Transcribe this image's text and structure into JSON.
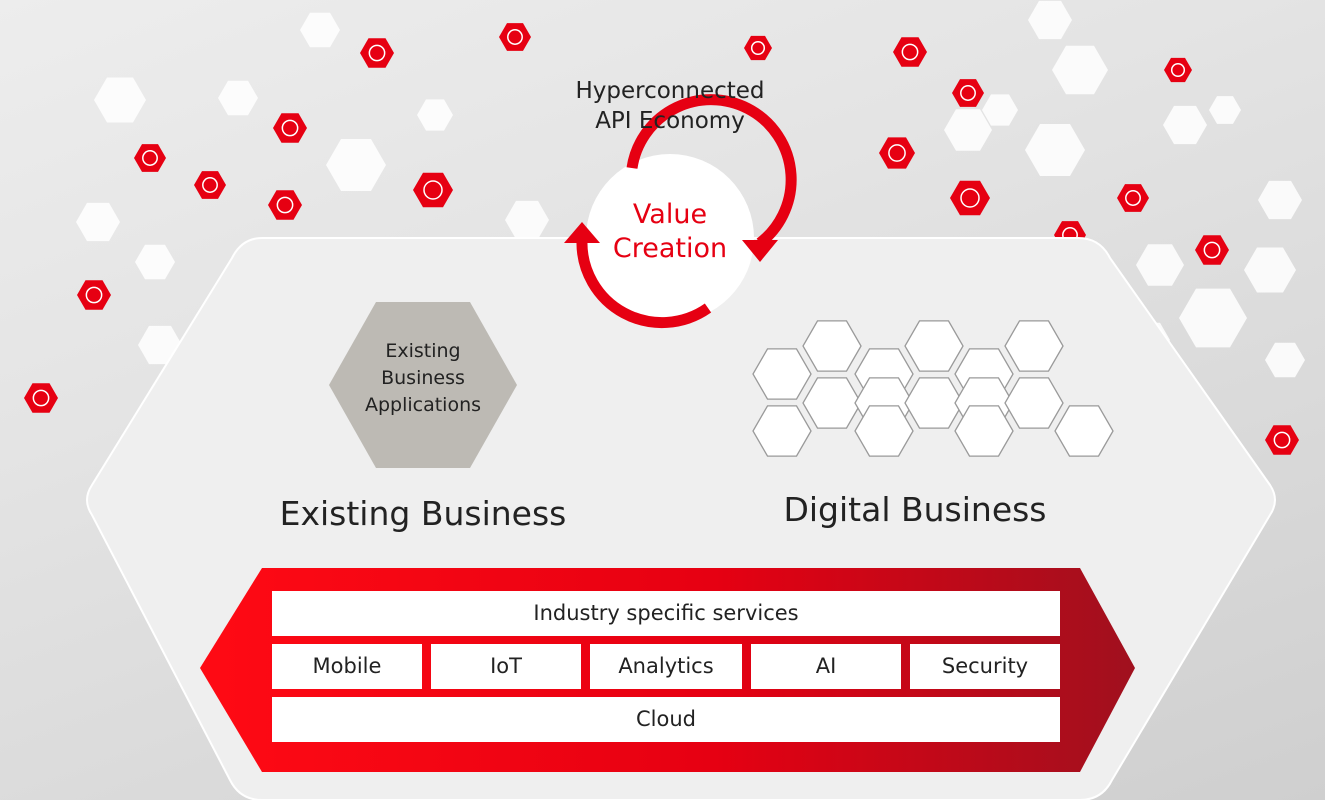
{
  "header": {
    "line1": "Hyperconnected",
    "line2": "API Economy"
  },
  "value_creation": {
    "line1": "Value",
    "line2": "Creation"
  },
  "existing_apps": {
    "line1": "Existing",
    "line2": "Business",
    "line3": "Applications"
  },
  "labels": {
    "existing_business": "Existing Business",
    "digital_business": "Digital Business"
  },
  "platform": {
    "industry": "Industry specific services",
    "services": [
      "Mobile",
      "IoT",
      "Analytics",
      "AI",
      "Security"
    ],
    "cloud": "Cloud"
  },
  "colors": {
    "brand_red": "#e60012",
    "dark_red": "#a0101e",
    "panel": "#efefef",
    "app_hex": "#bdbab4"
  }
}
